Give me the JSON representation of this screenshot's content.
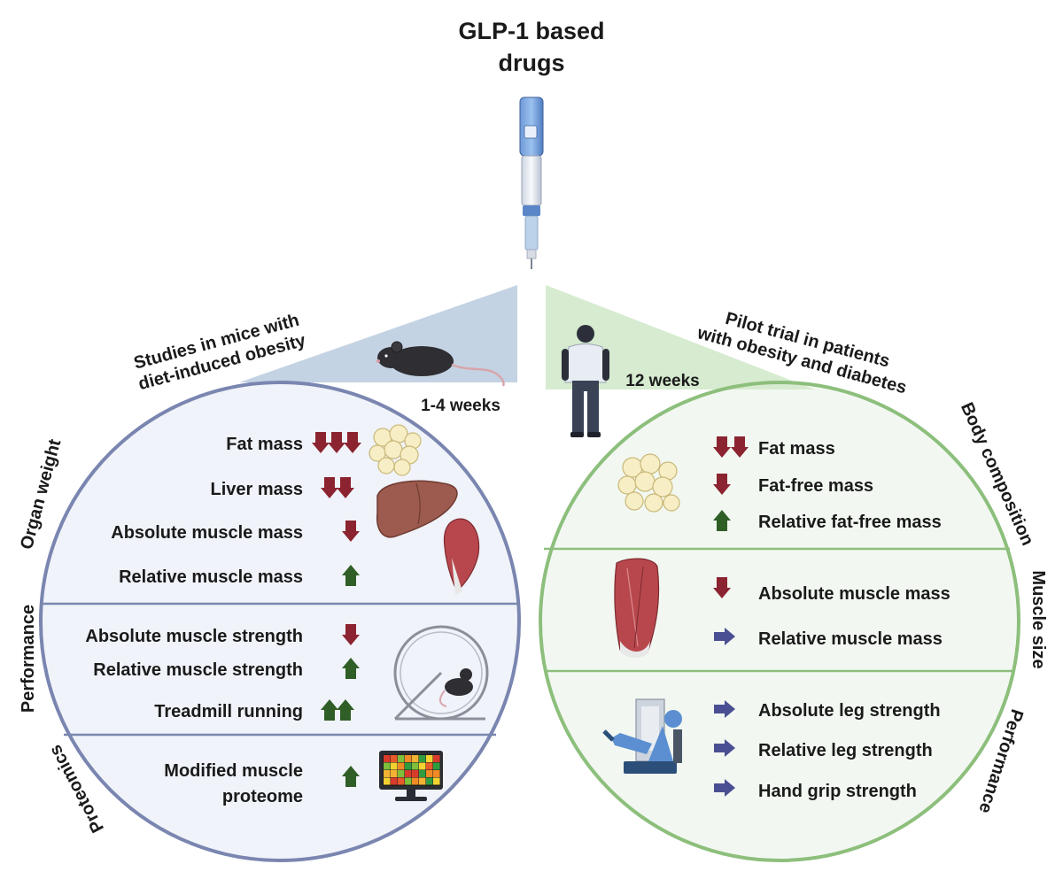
{
  "title": {
    "line1": "GLP-1 based",
    "line2": "drugs"
  },
  "colors": {
    "down_arrow": "#8b2430",
    "up_arrow": "#2f5e26",
    "neutral_arrow": "#4a4f93",
    "left_panel_bg": "#f0f3f9",
    "left_wedge": "#c4d3e3",
    "left_border": "#7a86b0",
    "right_panel_bg": "#f2f8f1",
    "right_wedge": "#d6ebcf",
    "right_border": "#8dbf7c"
  },
  "left": {
    "header_line1": "Studies in mice with",
    "header_line2": "diet-induced obesity",
    "duration": "1-4 weeks",
    "sections": [
      {
        "name": "Organ weight",
        "items": [
          {
            "label": "Fat mass",
            "direction": "down",
            "count": 3
          },
          {
            "label": "Liver mass",
            "direction": "down",
            "count": 2
          },
          {
            "label": "Absolute muscle mass",
            "direction": "down",
            "count": 1
          },
          {
            "label": "Relative muscle mass",
            "direction": "up",
            "count": 1
          }
        ]
      },
      {
        "name": "Performance",
        "items": [
          {
            "label": "Absolute muscle strength",
            "direction": "down",
            "count": 1
          },
          {
            "label": "Relative muscle strength",
            "direction": "up",
            "count": 1
          },
          {
            "label": "Treadmill running",
            "direction": "up",
            "count": 2
          }
        ]
      },
      {
        "name": "Proteomics",
        "items": [
          {
            "label_line1": "Modified muscle",
            "label_line2": "proteome",
            "direction": "up",
            "count": 1
          }
        ]
      }
    ]
  },
  "right": {
    "header_line1": "Pilot trial in patients",
    "header_line2": "with obesity and diabetes",
    "duration": "12 weeks",
    "sections": [
      {
        "name": "Body composition",
        "items": [
          {
            "label": "Fat mass",
            "direction": "down",
            "count": 2
          },
          {
            "label": "Fat-free mass",
            "direction": "down",
            "count": 1
          },
          {
            "label": "Relative fat-free mass",
            "direction": "up",
            "count": 1
          }
        ]
      },
      {
        "name": "Muscle size",
        "items": [
          {
            "label": "Absolute muscle mass",
            "direction": "down",
            "count": 1
          },
          {
            "label": "Relative muscle mass",
            "direction": "neutral",
            "count": 1
          }
        ]
      },
      {
        "name": "Performance",
        "items": [
          {
            "label": "Absolute leg strength",
            "direction": "neutral",
            "count": 1
          },
          {
            "label": "Relative leg strength",
            "direction": "neutral",
            "count": 1
          },
          {
            "label": "Hand grip strength",
            "direction": "neutral",
            "count": 1
          }
        ]
      }
    ]
  }
}
